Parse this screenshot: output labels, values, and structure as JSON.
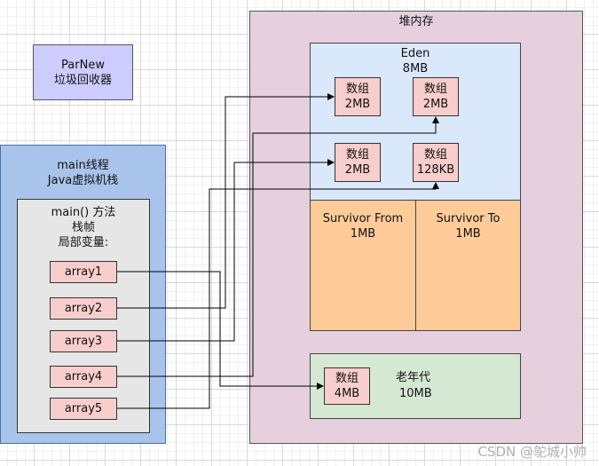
{
  "heap": {
    "title": "堆内存"
  },
  "eden": {
    "name": "Eden",
    "size": "8MB"
  },
  "survivor_from": {
    "name": "Survivor From",
    "size": "1MB"
  },
  "survivor_to": {
    "name": "Survivor To",
    "size": "1MB"
  },
  "old_gen": {
    "name": "老年代",
    "size": "10MB"
  },
  "arrays": [
    {
      "name": "数组",
      "size": "2MB"
    },
    {
      "name": "数组",
      "size": "2MB"
    },
    {
      "name": "数组",
      "size": "2MB"
    },
    {
      "name": "数组",
      "size": "128KB"
    },
    {
      "name": "数组",
      "size": "4MB"
    }
  ],
  "gc": {
    "line1": "ParNew",
    "line2": "垃圾回收器"
  },
  "thread": {
    "line1": "main线程",
    "line2": "Java虚拟机栈"
  },
  "frame": {
    "line1": "main() 方法",
    "line2": "栈帧",
    "line3": "局部变量:"
  },
  "vars": [
    "array1",
    "array2",
    "array3",
    "array4",
    "array5"
  ],
  "watermark": "CSDN @鸵城小帅",
  "colors": {
    "heap": "#e6d0de",
    "eden": "#dae8fc",
    "survivor": "#ffcc99",
    "old_gen": "#d5e8d4",
    "object": "#f8cecc",
    "gc": "#ccccff",
    "thread": "#a9c4eb",
    "frame": "#e6e6e6"
  }
}
